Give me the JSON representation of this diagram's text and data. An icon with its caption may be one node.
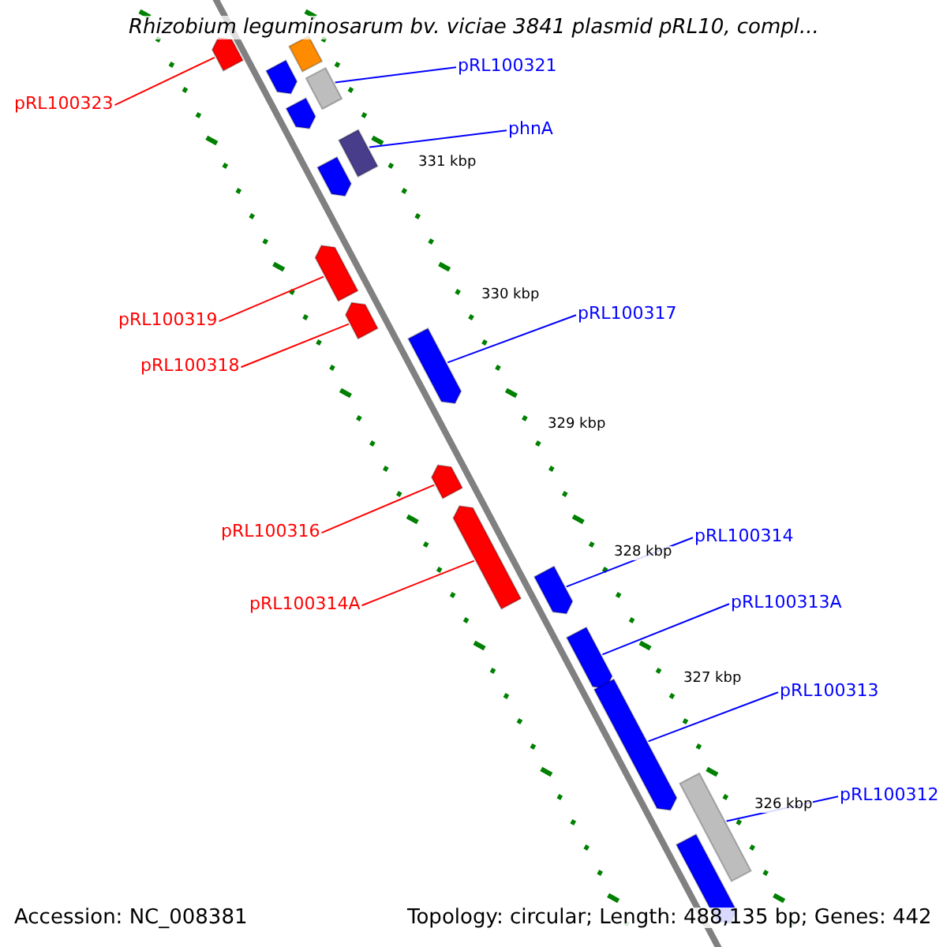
{
  "diagram": {
    "title": "Rhizobium leguminosarum bv. viciae 3841 plasmid pRL10, compl...",
    "nodes": [
      {
        "text": [
          "pRL100321"
        ]
      },
      {
        "text": [
          "pRL100323"
        ]
      },
      {
        "text": [],
        "shape": "bar"
      },
      {
        "text": [],
        "shape": "bar"
      },
      {
        "text": [],
        "shape": "bar"
      },
      {
        "text": [],
        "shape": "bar"
      },
      {
        "text": [],
        "shape": "bar"
      },
      {
        "text": [
          "phnA"
        ]
      },
      {
        "text": [],
        "shape": "bar"
      },
      {
        "text": [],
        "shape": "bar"
      },
      {
        "text": [],
        "shape": "bar"
      },
      {
        "text": [
          "pRL100319"
        ]
      },
      {
        "text": [],
        "shape": "bar"
      },
      {
        "text": [
          "pRL100317"
        ]
      },
      {
        "text": [
          "pRL100318"
        ]
      },
      {
        "text": [],
        "shape": "bar"
      },
      {
        "text": [],
        "shape": "bar"
      },
      {
        "text": [
          "pRL100316"
        ]
      },
      {
        "text": [],
        "shape": "bar"
      },
      {
        "text": [
          "pRL100314"
        ]
      },
      {
        "text": [
          "pRL100314A"
        ]
      },
      {
        "text": [],
        "shape": "bar"
      },
      {
        "text": [
          "pRL100313A"
        ]
      },
      {
        "text": [],
        "shape": "bar"
      },
      {
        "text": [
          "pRL100313"
        ]
      },
      {
        "text": [],
        "shape": "bar"
      },
      {
        "text": [
          "pRL100312"
        ]
      },
      {
        "text": [],
        "shape": "bar"
      },
      {
        "text": [],
        "shape": "bar"
      }
    ],
    "edges": [
      {
        "from": 1,
        "to": 2,
        "arrow": "none",
        "color": "#ff0000"
      },
      {
        "from": 0,
        "to": 5,
        "arrow": "none"
      },
      {
        "from": 7,
        "to": 8,
        "arrow": "none"
      },
      {
        "from": 11,
        "to": 10,
        "arrow": "none",
        "color": "#ff0000"
      },
      {
        "from": 14,
        "to": 12,
        "arrow": "none",
        "color": "#ff0000"
      },
      {
        "from": 13,
        "to": 15,
        "arrow": "none"
      },
      {
        "from": 17,
        "to": 16,
        "arrow": "none",
        "color": "#ff0000"
      },
      {
        "from": 20,
        "to": 18,
        "arrow": "none",
        "color": "#ff0000"
      },
      {
        "from": 19,
        "to": 21,
        "arrow": "none"
      },
      {
        "from": 22,
        "to": 23,
        "arrow": "none"
      },
      {
        "from": 24,
        "to": 25,
        "arrow": "none"
      },
      {
        "from": 26,
        "to": 27,
        "arrow": "none"
      }
    ],
    "labels": [
      "331 kbp",
      "330 kbp",
      "329 kbp",
      "328 kbp",
      "327 kbp",
      "326 kbp",
      "Accession: NC_008381",
      "Topology: circular; Length: 488,135 bp; Genes: 442"
    ]
  }
}
